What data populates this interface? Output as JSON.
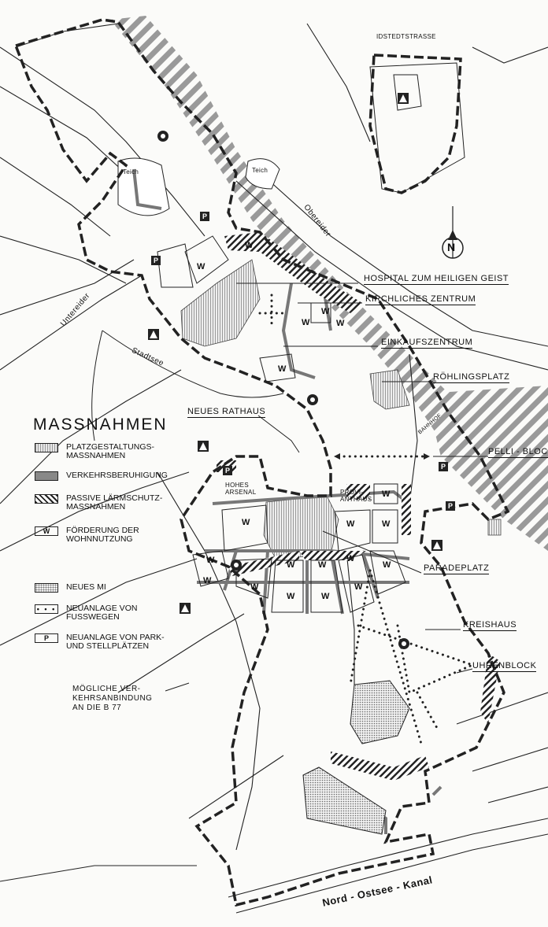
{
  "streets": {
    "idstedtstrasse": "IDSTEDTSTRASSE",
    "obereider": "Obereider",
    "untereider": "Untereider",
    "stadtsee": "Stadtsee",
    "kanal": "Nord - Ostsee - Kanal",
    "teich1": "Teich",
    "teich2": "Teich",
    "bahnhof": "BAHNHOF"
  },
  "north": "N",
  "callouts": {
    "hospital": "HOSPITAL ZUM HEILIGEN GEIST",
    "kirchliches": "KIRCHLICHES ZENTRUM",
    "einkauf": "EINKAUFSZENTRUM",
    "roehlings": "RÖHLINGSPLATZ",
    "rathaus": "NEUES RATHAUS",
    "pelli": "PELLI - BLOCK",
    "parade": "PARADEPLATZ",
    "kreishaus": "KREISHAUS",
    "uhren": "UHRENBLOCK",
    "arsenal1": "HOHES",
    "arsenal2": "ARSENAL",
    "proviant1": "PROVI-",
    "proviant2": "ANTHAUS",
    "anbindung1": "MÖGLICHE VER-",
    "anbindung2": "KEHRSANBINDUNG",
    "anbindung3": "AN DIE B 77"
  },
  "legend": {
    "title": "MASSNAHMEN",
    "items": [
      {
        "l1": "PLATZGESTALTUNGS-",
        "l2": "MASSNAHMEN"
      },
      {
        "l1": "VERKEHRSBERUHIGUNG",
        "l2": ""
      },
      {
        "l1": "PASSIVE LÄRMSCHUTZ-",
        "l2": "MASSNAHMEN"
      },
      {
        "l1": "FÖRDERUNG DER",
        "l2": "WOHNNUTZUNG",
        "sym": "W"
      },
      {
        "l1": "NEUES MI",
        "l2": ""
      },
      {
        "l1": "NEUANLAGE VON",
        "l2": "FUSSWEGEN",
        "sym": "• • •"
      },
      {
        "l1": "NEUANLAGE VON PARK-",
        "l2": "UND STELLPLÄTZEN",
        "sym": "P"
      }
    ]
  },
  "marks": {
    "w": "W",
    "p": "P"
  }
}
